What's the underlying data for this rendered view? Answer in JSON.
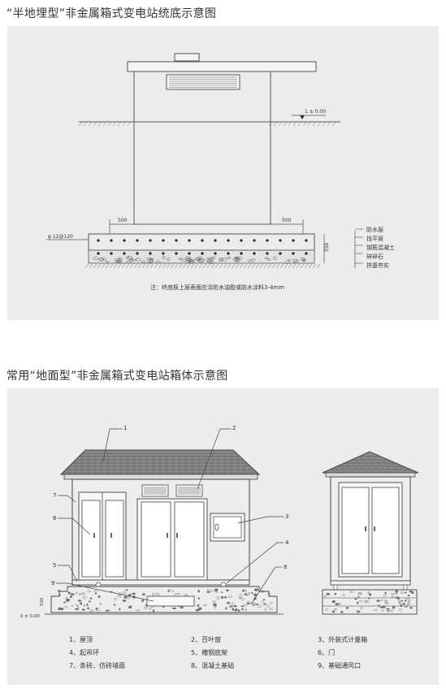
{
  "section1": {
    "title": "“半地埋型”非金属箱式变电站统底示意图",
    "elevation_label": "1 ± 0.00",
    "dim_left": "500",
    "dim_right": "500",
    "rebar_label": "φ 12@120",
    "height_dim": "550",
    "layers": [
      "防水层",
      "找平层",
      "钢筋混凝土",
      "碎碎石",
      "拼基夯实"
    ],
    "note": "注：终底板上层表面应涂防水油胶或防水涂料3-4mm"
  },
  "section2": {
    "title": "常用“地面型”非金属箱式变电站箱体示意图",
    "callouts": [
      "1",
      "2",
      "3",
      "4",
      "5",
      "6",
      "7",
      "8",
      "9"
    ],
    "dim_500": "500",
    "elev_0": "0 ± 0.00",
    "legend": [
      "1、屋顶",
      "2、百叶窗",
      "3、外装式计量箱",
      "4、起吊环",
      "5、槽钢底架",
      "6、门",
      "7、条砖、仿砖墙面",
      "8、混凝土基础",
      "9、基础通风口"
    ]
  },
  "colors": {
    "panel_bg": "#ececec",
    "line": "#444444",
    "roof": "#7a7a7a"
  }
}
